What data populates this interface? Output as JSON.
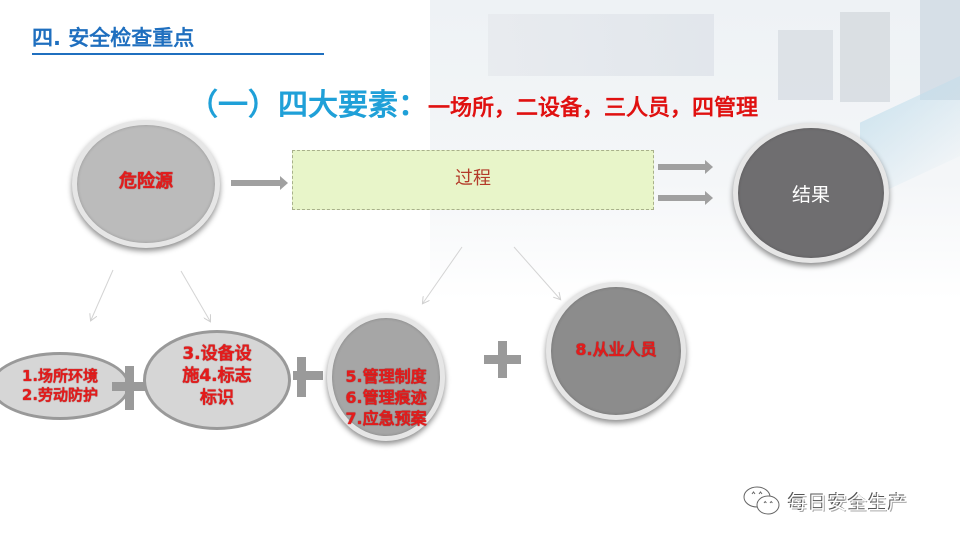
{
  "slide": {
    "title": "四. 安全检查重点",
    "subtitle": {
      "prefix": "（一）四大要素：",
      "items": "一场所，二设备，三人员，四管理"
    }
  },
  "diagram": {
    "hazard_source": "危险源",
    "process": "过程",
    "result": "结果",
    "elements": [
      {
        "label_lines": [
          "1.场所环境",
          "2.劳动防护"
        ]
      },
      {
        "label_lines": [
          "3.设备设",
          "施4.标志",
          "标识"
        ]
      },
      {
        "label_lines": [
          "5.管理制度",
          "6.管理痕迹",
          "7.应急预案"
        ]
      },
      {
        "label_lines": [
          "8.从业人员"
        ]
      }
    ],
    "connectors": [
      "+",
      "+",
      "+"
    ]
  },
  "watermark": {
    "icon": "wechat-icon",
    "text": "每日安全生产"
  },
  "colors": {
    "title_blue": "#1f6fbf",
    "subtitle_blue": "#1fa0d8",
    "accent_red": "#e01010",
    "process_fill": "#e8f5c9",
    "result_fill": "#6f6e70",
    "hazard_fill": "#bbbbbb"
  }
}
